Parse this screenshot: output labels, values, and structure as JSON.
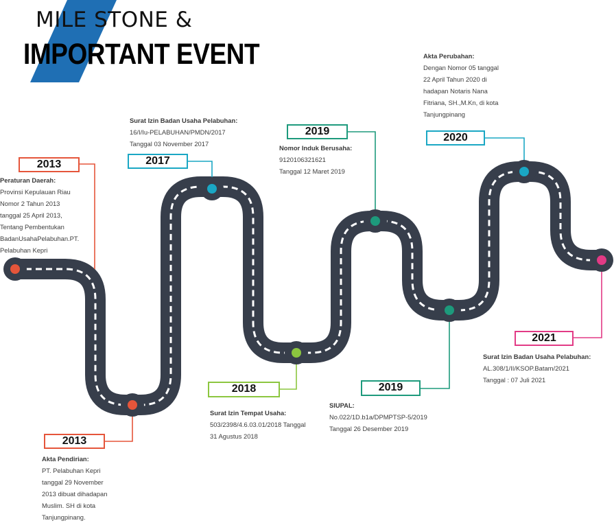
{
  "header": {
    "title_line1": "MILE STONE &",
    "title_line2": "IMPORTANT EVENT",
    "accent_color": "#1f6fb4"
  },
  "colors": {
    "road": "#373e4b",
    "road_dash": "#ffffff",
    "red": "#e5553a",
    "teal": "#1aa7c4",
    "green": "#1d9a7c",
    "lime": "#8cc63f",
    "pink": "#e23a85"
  },
  "events": [
    {
      "id": "e2013a",
      "year": "2013",
      "color": "#e5553a",
      "heading": "Peraturan Daerah:",
      "lines": [
        "Provinsi Kepulauan Riau",
        "Nomor 2 Tahun 2013",
        "tanggal 25 April 2013,",
        "Tentang Pembentukan",
        "BadanUsahaPelabuhan.PT.",
        "Pelabuhan Kepri"
      ]
    },
    {
      "id": "e2013b",
      "year": "2013",
      "color": "#e5553a",
      "heading": "Akta Pendirian:",
      "lines": [
        "PT. Pelabuhan Kepri",
        "tanggal 29 November",
        "2013 dibuat dihadapan",
        "Muslim. SH di kota",
        "Tanjungpinang."
      ]
    },
    {
      "id": "e2017",
      "year": "2017",
      "color": "#1aa7c4",
      "heading": "Surat Izin Badan Usaha Pelabuhan:",
      "lines": [
        "16/I/Iu-PELABUHAN/PMDN/2017",
        "Tanggal 03 November 2017"
      ]
    },
    {
      "id": "e2018",
      "year": "2018",
      "color": "#8cc63f",
      "heading": "Surat Izin Tempat Usaha:",
      "lines": [
        "503/2398/4.6.03.01/2018 Tanggal",
        "31 Agustus 2018"
      ]
    },
    {
      "id": "e2019a",
      "year": "2019",
      "color": "#1d9a7c",
      "heading": "Nomor Induk Berusaha:",
      "lines": [
        "9120106321621",
        "Tanggal 12 Maret 2019"
      ]
    },
    {
      "id": "e2019b",
      "year": "2019",
      "color": "#1d9a7c",
      "heading": "SIUPAL:",
      "lines": [
        "No.022/1D.b1a/DPMPTSP-5/2019",
        "Tanggal 26 Desember 2019"
      ]
    },
    {
      "id": "e2020",
      "year": "2020",
      "color": "#1aa7c4",
      "heading": "Akta Perubahan:",
      "lines": [
        "Dengan Nomor 05 tanggal",
        "22 April Tahun 2020 di",
        "hadapan Notaris Nana",
        "Fitriana, SH.,M.Kn, di kota",
        "Tanjungpinang"
      ]
    },
    {
      "id": "e2021",
      "year": "2021",
      "color": "#e23a85",
      "heading": "Surat Izin Badan Usaha Pelabuhan:",
      "lines": [
        "AL.308/1/II/KSOP.Batam/2021",
        "Tanggal : 07 Juli 2021"
      ]
    }
  ]
}
